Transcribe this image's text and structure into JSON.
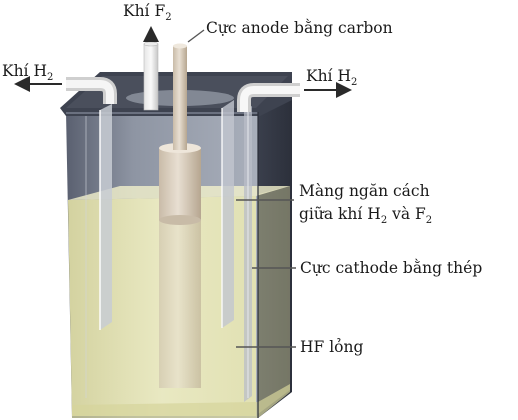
{
  "labels": {
    "gas_f2": "Khí F",
    "gas_f2_sub": "2",
    "anode": "Cực anode bằng carbon",
    "gas_h2_left": "Khí H",
    "gas_h2_left_sub": "2",
    "gas_h2_right": "Khí H",
    "gas_h2_right_sub": "2",
    "membrane_line1": "Màng ngăn cách",
    "membrane_line2_a": "giữa khí H",
    "membrane_line2_sub1": "2",
    "membrane_line2_b": " và F",
    "membrane_line2_sub2": "2",
    "cathode": "Cực cathode bằng thép",
    "electrolyte": "HF lỏng"
  },
  "colors": {
    "tank_dark": "#3c414f",
    "tank_glass": "#a7aeba",
    "liquid": "#eaeab6",
    "anode": "#d8ccbc",
    "pointer": "#555555"
  }
}
